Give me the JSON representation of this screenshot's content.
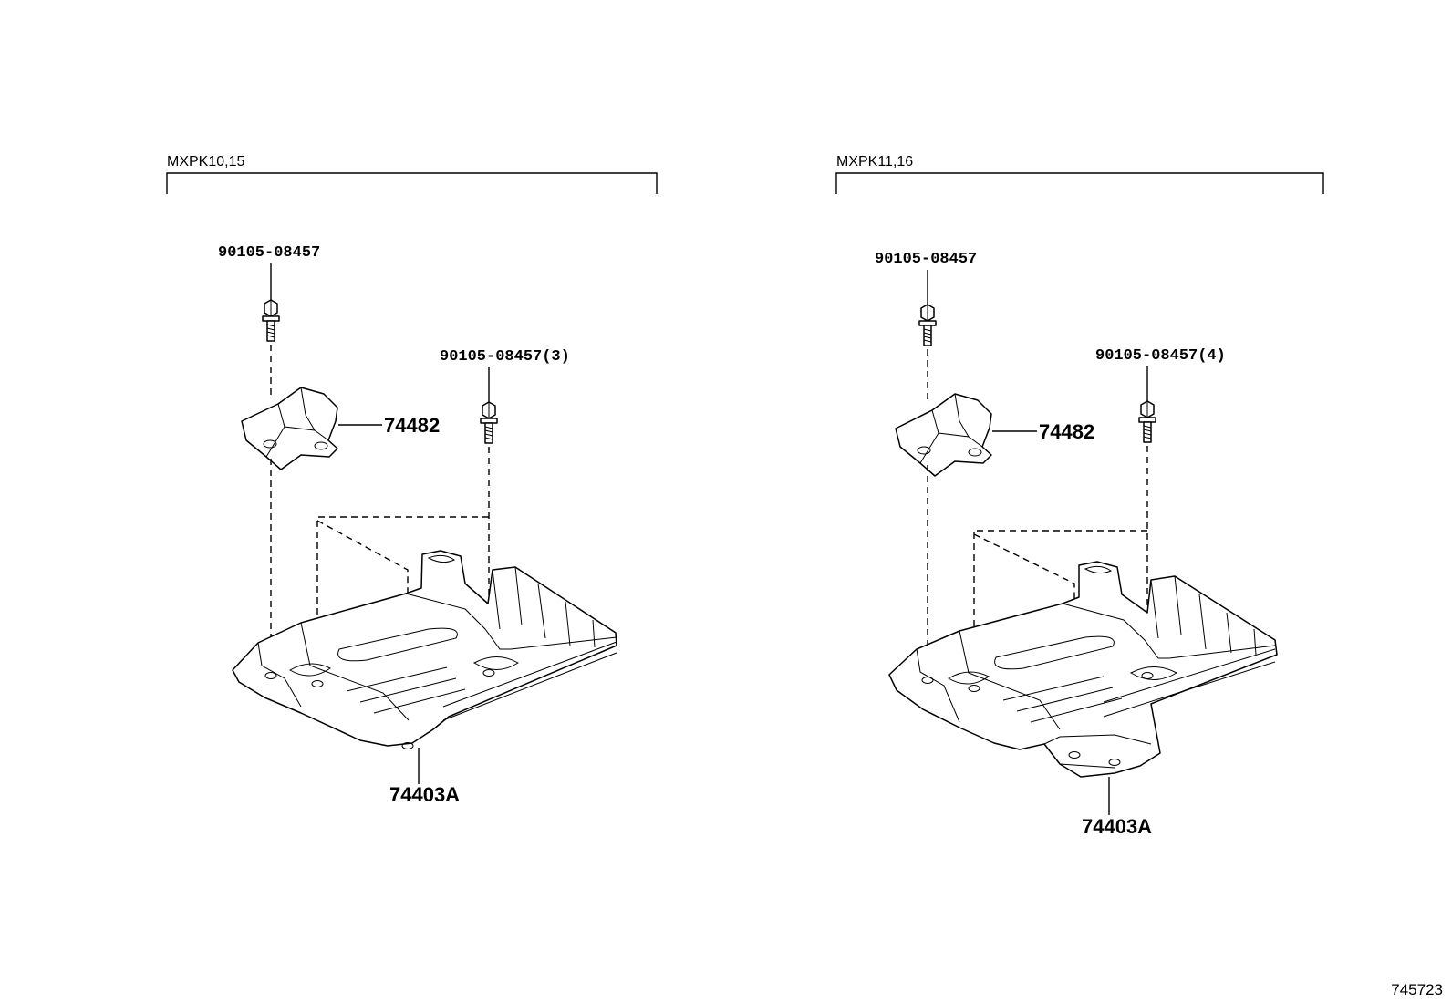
{
  "groups": [
    {
      "variant_label": "MXPK10,15",
      "bolt_single": "90105-08457",
      "bolt_multi": "90105-08457(3)",
      "bracket": "74482",
      "tray": "74403A"
    },
    {
      "variant_label": "MXPK11,16",
      "bolt_single": "90105-08457",
      "bolt_multi": "90105-08457(4)",
      "bracket": "74482",
      "tray": "74403A"
    }
  ],
  "reference_number": "745723"
}
